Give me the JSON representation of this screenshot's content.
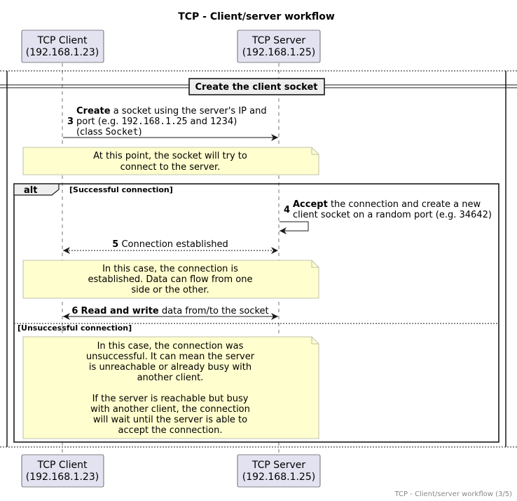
{
  "title": "TCP - Client/server workflow",
  "participants": {
    "client": {
      "name": "TCP Client",
      "address": "(192.168.1.23)"
    },
    "server": {
      "name": "TCP Server",
      "address": "(192.168.1.25)"
    }
  },
  "divider": {
    "label": "Create the client socket"
  },
  "messages": {
    "m3": {
      "number": "3",
      "bold": "Create",
      "text1": " a socket using the server's IP and",
      "text2a": "port (e.g. ",
      "code_ip": "192.168.1.25",
      "text2b": " and 1234)",
      "text3a": "(class ",
      "code_class": "Socket",
      "text3b": ")"
    },
    "m4": {
      "number": "4",
      "bold": "Accept",
      "text1": " the connection and create a new",
      "text2": "client socket on a random port (e.g. 34642)"
    },
    "m5": {
      "number": "5",
      "text": "Connection established"
    },
    "m6": {
      "number": "6",
      "bold": "Read and write",
      "text": " data from/to the socket"
    }
  },
  "notes": {
    "note1": [
      "At this point, the socket will try to",
      "connect to the server."
    ],
    "note2": [
      "In this case, the connection is",
      "established. Data can flow from one",
      "side or the other."
    ],
    "note3": [
      "In this case, the connection was",
      "unsuccessful. It can mean the server",
      "is unreachable or already busy with",
      "another client.",
      "",
      "If the server is reachable but busy",
      "with another client, the connection",
      "will wait until the server is able to",
      "accept the connection."
    ]
  },
  "alt": {
    "keyword": "alt",
    "guard1": "[Successful connection]",
    "guard2": "[Unsuccessful connection]"
  },
  "footer": "TCP - Client/server workflow (3/5)",
  "colors": {
    "participant_fill": "#e2e2f0",
    "participant_stroke": "#181818",
    "note_fill": "#fefece",
    "note_stroke": "#b0b0a0",
    "divider_fill": "#eeeeee",
    "footer_text": "#888888"
  }
}
